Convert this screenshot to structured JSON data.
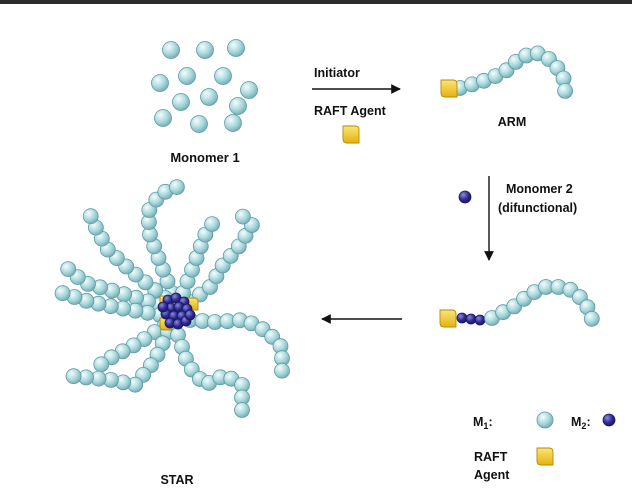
{
  "labels": {
    "monomer1": "Monomer 1",
    "initiator": "Initiator",
    "raft_agent": "RAFT Agent",
    "arm": "ARM",
    "monomer2_line1": "Monomer 2",
    "monomer2_line2": "(difunctional)",
    "star": "STAR",
    "legend_m1": "M",
    "legend_m1_sub": "1",
    "legend_m2": "M",
    "legend_m2_sub": "2",
    "legend_colon": ":",
    "legend_raft_line1": "RAFT",
    "legend_raft_line2": "Agent"
  },
  "colors": {
    "monomer1": "#a9d8dc",
    "monomer1_edge": "#5f9aa2",
    "monomer2": "#2e2c8f",
    "monomer2_edge": "#171560",
    "raft_agent": "#f2c81e",
    "raft_agent_edge": "#b48a0a",
    "arrow": "#111111"
  }
}
